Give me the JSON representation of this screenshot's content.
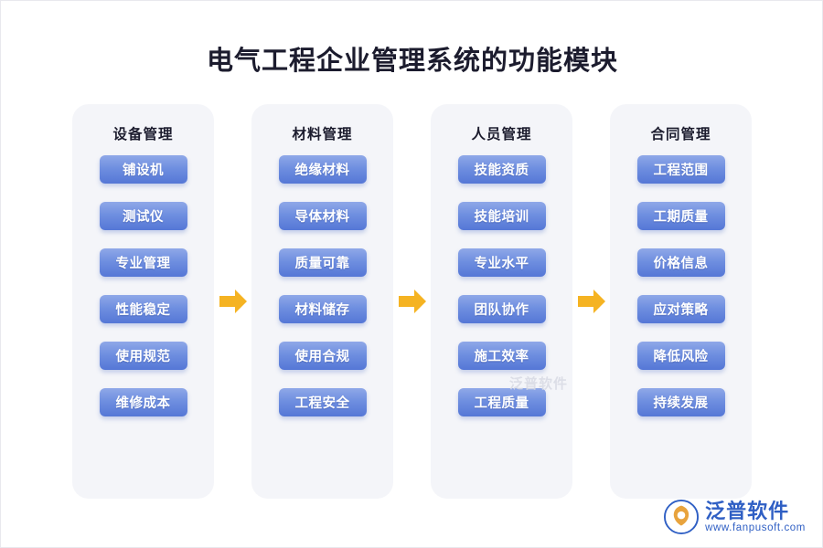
{
  "title": "电气工程企业管理系统的功能模块",
  "chart_data": {
    "type": "diagram",
    "title": "电气工程企业管理系统的功能模块",
    "columns": [
      {
        "title": "设备管理",
        "items": [
          "铺设机",
          "测试仪",
          "专业管理",
          "性能稳定",
          "使用规范",
          "维修成本"
        ]
      },
      {
        "title": "材料管理",
        "items": [
          "绝缘材料",
          "导体材料",
          "质量可靠",
          "材料储存",
          "使用合规",
          "工程安全"
        ]
      },
      {
        "title": "人员管理",
        "items": [
          "技能资质",
          "技能培训",
          "专业水平",
          "团队协作",
          "施工效率",
          "工程质量"
        ]
      },
      {
        "title": "合同管理",
        "items": [
          "工程范围",
          "工期质量",
          "价格信息",
          "应对策略",
          "降低风险",
          "持续发展"
        ]
      }
    ],
    "connector": "arrow-right",
    "connector_count": 3,
    "colors": {
      "chip_gradient_top": "#8fa8e8",
      "chip_gradient_bottom": "#5577d6",
      "column_background": "#f4f5f9",
      "arrow": "#f5b322",
      "title_text": "#1c1c2e",
      "logo_blue": "#2f5fc4"
    }
  },
  "watermark": {
    "center": "泛普软件",
    "logo_cn": "泛普软件",
    "logo_en": "www.fanpusoft.com"
  }
}
